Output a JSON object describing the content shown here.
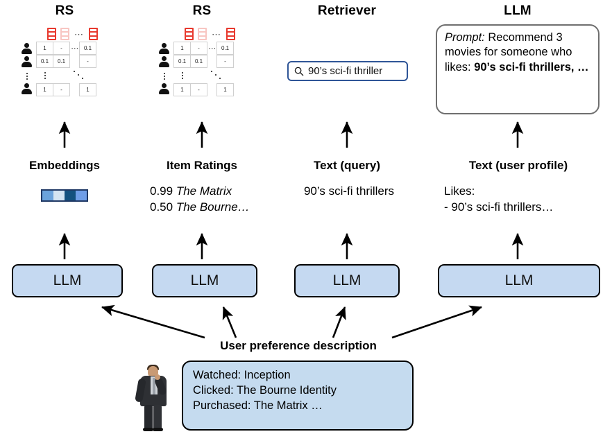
{
  "columns": [
    {
      "title": "RS",
      "kind": "matrix",
      "mid_label": "Embeddings",
      "mid_value": ""
    },
    {
      "title": "RS",
      "kind": "matrix",
      "mid_label": "Item Ratings",
      "mid_value": ""
    },
    {
      "title": "Retriever",
      "kind": "search",
      "mid_label": "Text (query)",
      "mid_value": "90’s sci-fi thrillers"
    },
    {
      "title": "LLM",
      "kind": "prompt",
      "mid_label": "Text (user profile)",
      "mid_value": ""
    }
  ],
  "matrix": {
    "column_icons": [
      "film-strip-solid",
      "film-strip-pale",
      "ellipsis",
      "film-strip-solid"
    ],
    "row_icons": [
      "person",
      "person",
      "ellipsis",
      "person"
    ],
    "rows": [
      [
        "1",
        "-",
        "0.1"
      ],
      [
        "0.1",
        "0.1",
        "-"
      ],
      [
        "1",
        "-",
        "1"
      ]
    ],
    "h_ellipsis": "⋯",
    "diagonal_ellipsis": "⋱"
  },
  "search": {
    "icon": "search-icon",
    "query": "90’s sci-fi thriller"
  },
  "prompt": {
    "label": "Prompt:",
    "body": " Recommend 3 movies for someone who likes: ",
    "highlight": "90’s sci-fi thrillers, …"
  },
  "embeddings": {
    "cells": [
      "#6ba3dc",
      "#d4e4f2",
      "#13517f",
      "#6f9ee8"
    ],
    "border": "#1f3864"
  },
  "item_ratings": [
    {
      "score": "0.99",
      "title": "The Matrix"
    },
    {
      "score": "0.50",
      "title": "The Bourne…"
    }
  ],
  "user_profile": {
    "line1": "Likes:",
    "line2": "- 90’s sci-fi thrillers…"
  },
  "llm_boxes": [
    {
      "label": "LLM"
    },
    {
      "label": "LLM"
    },
    {
      "label": "LLM"
    },
    {
      "label": "LLM"
    }
  ],
  "bottom": {
    "title": "User preference description",
    "avatar": "person-photo",
    "lines": [
      "Watched: Inception",
      "Clicked: The Bourne Identity",
      "Purchased: The Matrix …"
    ]
  },
  "colors": {
    "llm_fill": "#c5d9f1",
    "desc_fill": "#c5dbef",
    "search_border": "#2f5597",
    "film_red": "#e8392e",
    "film_pale": "#f8c6c2"
  }
}
